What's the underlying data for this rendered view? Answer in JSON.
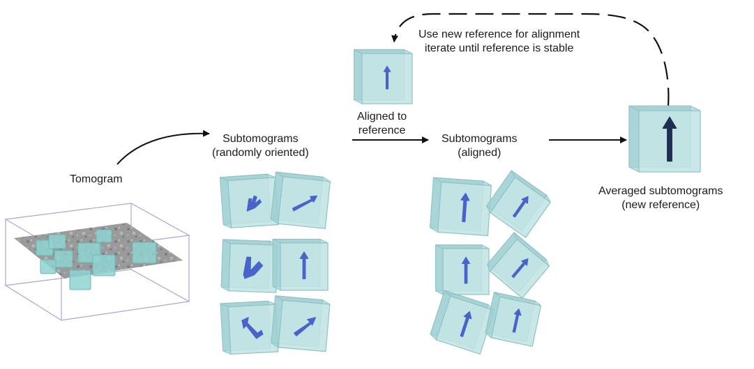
{
  "labels": {
    "tomogram": "Tomogram",
    "randomly_oriented": {
      "line1": "Subtomograms",
      "line2": "(randomly oriented)"
    },
    "aligned_to_reference": {
      "line1": "Aligned to",
      "line2": "reference"
    },
    "aligned": {
      "line1": "Subtomograms",
      "line2": "(aligned)"
    },
    "averaged": {
      "line1": "Averaged subtomograms",
      "line2": "(new reference)"
    },
    "iterate_note": {
      "line1": "Use new reference for alignment",
      "line2": "iterate until reference is stable"
    }
  },
  "colors": {
    "cube_fill": "#bfe3e3",
    "cube_edge": "#8ec3c6",
    "cube_shade": "#9ccfd1",
    "glyph": "#4a63c9",
    "glyph_dark": "#1f2f52",
    "arrow": "#111111",
    "tomogram_frame": "#a9a6d6",
    "tomogram_plane": "#9a9a9a"
  },
  "icons": {
    "glyph_shapes": [
      "fork-glyph",
      "diagonal-glyph",
      "bent-glyph",
      "up-arrow-glyph",
      "corner-glyph",
      "diagonal-arrow-glyph"
    ]
  }
}
